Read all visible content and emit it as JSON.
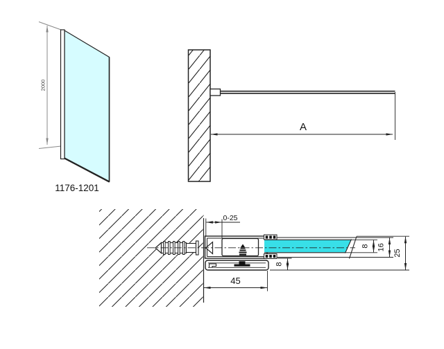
{
  "front_view": {
    "height_dim": "2000",
    "width_range_label": "1176-1201"
  },
  "plan_view": {
    "width_dim_label": "A"
  },
  "section_view": {
    "wall_offset_dim": "0-25",
    "profile_width_dim": "45",
    "base_height_dim": "8",
    "glass_thickness_dim": "8",
    "channel_height_dim": "16",
    "profile_height_dim": "25"
  },
  "colors": {
    "glass_front": "#d6fcff",
    "glass_section": "#38dfe8"
  }
}
